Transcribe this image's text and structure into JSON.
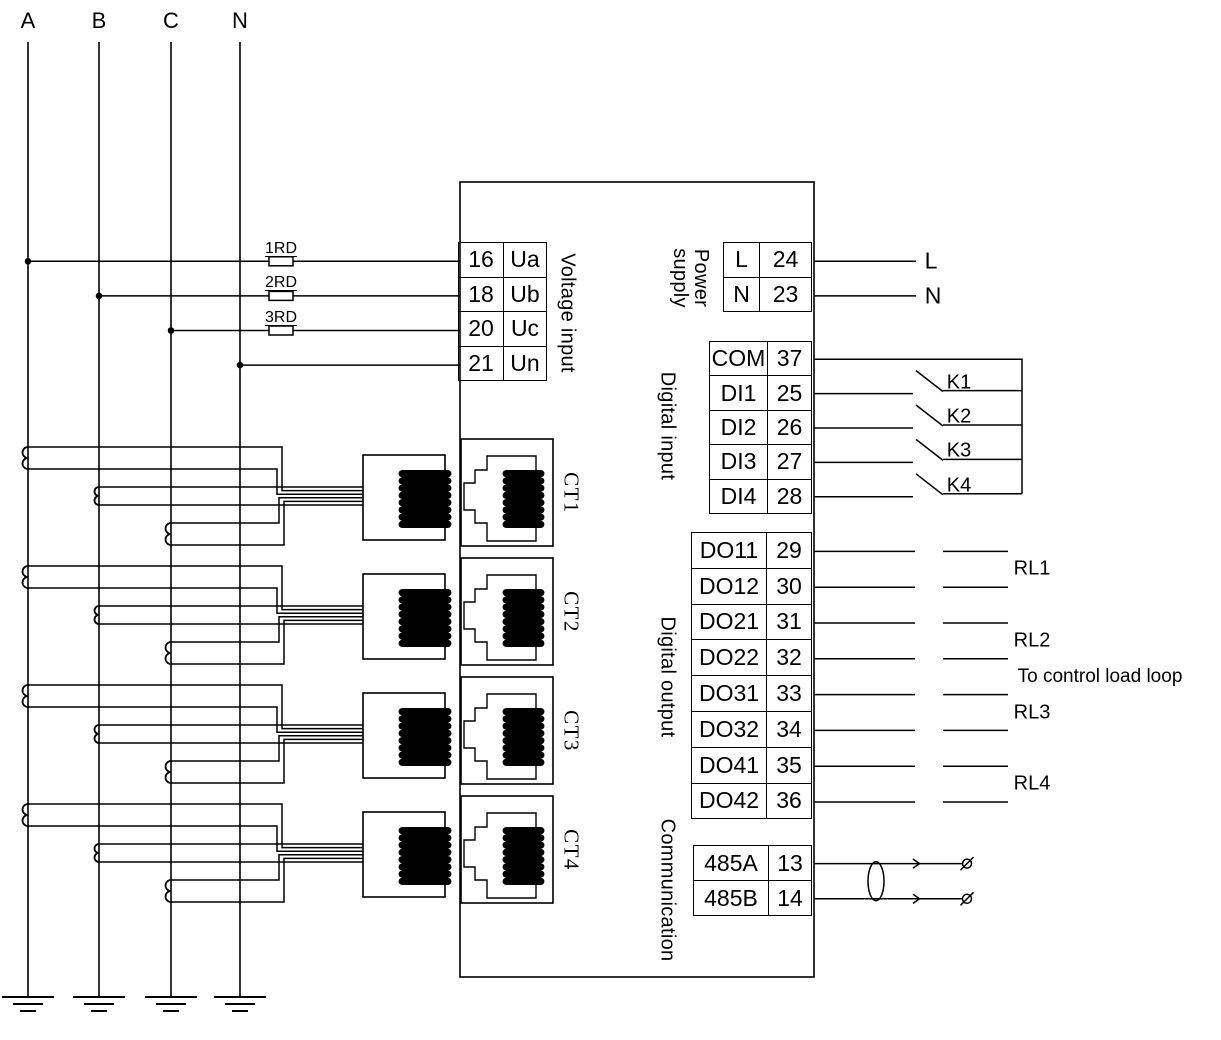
{
  "phases": {
    "labels": [
      "A",
      "B",
      "C",
      "N"
    ]
  },
  "fuses": {
    "labels": [
      "1RD",
      "2RD",
      "3RD"
    ]
  },
  "device": {
    "voltage_input": {
      "group_label": "Voltage input",
      "rows": [
        {
          "terminal": "16",
          "name": "Ua"
        },
        {
          "terminal": "18",
          "name": "Ub"
        },
        {
          "terminal": "20",
          "name": "Uc"
        },
        {
          "terminal": "21",
          "name": "Un"
        }
      ]
    },
    "power_supply": {
      "group_label": "Power supply",
      "rows": [
        {
          "name": "L",
          "terminal": "24",
          "wire_label": "L"
        },
        {
          "name": "N",
          "terminal": "23",
          "wire_label": "N"
        }
      ]
    },
    "digital_input": {
      "group_label": "Digital input",
      "rows": [
        {
          "name": "COM",
          "terminal": "37"
        },
        {
          "name": "DI1",
          "terminal": "25",
          "switch_label": "K1"
        },
        {
          "name": "DI2",
          "terminal": "26",
          "switch_label": "K2"
        },
        {
          "name": "DI3",
          "terminal": "27",
          "switch_label": "K3"
        },
        {
          "name": "DI4",
          "terminal": "28",
          "switch_label": "K4"
        }
      ]
    },
    "digital_output": {
      "group_label": "Digital output",
      "rows": [
        {
          "name": "DO11",
          "terminal": "29"
        },
        {
          "name": "DO12",
          "terminal": "30"
        },
        {
          "name": "DO21",
          "terminal": "31"
        },
        {
          "name": "DO22",
          "terminal": "32"
        },
        {
          "name": "DO31",
          "terminal": "33"
        },
        {
          "name": "DO32",
          "terminal": "34"
        },
        {
          "name": "DO41",
          "terminal": "35"
        },
        {
          "name": "DO42",
          "terminal": "36"
        }
      ],
      "relay_labels": [
        "RL1",
        "RL2",
        "RL3",
        "RL4"
      ],
      "note": "To control load loop"
    },
    "communication": {
      "group_label": "Communication",
      "rows": [
        {
          "name": "485A",
          "terminal": "13"
        },
        {
          "name": "485B",
          "terminal": "14"
        }
      ]
    }
  },
  "ct_connectors": {
    "labels": [
      "CT1",
      "CT2",
      "CT3",
      "CT4"
    ]
  },
  "colors": {
    "line": "#000000",
    "background": "#ffffff"
  }
}
